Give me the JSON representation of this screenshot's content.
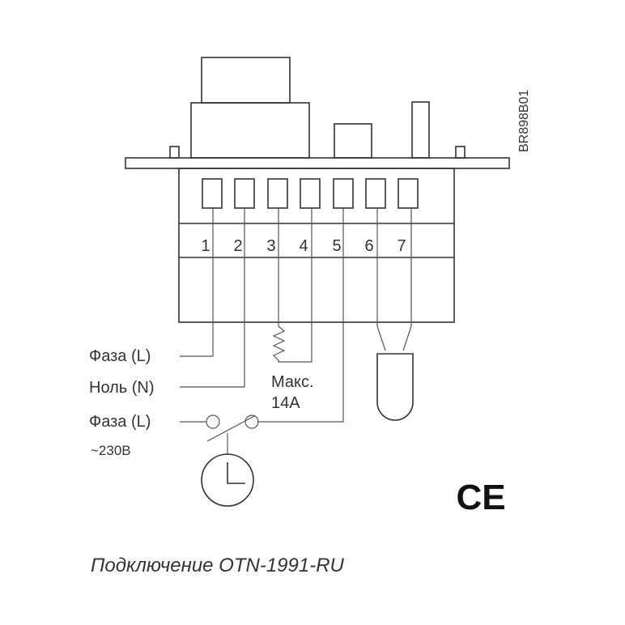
{
  "code": "BR898B01",
  "terminals": [
    "1",
    "2",
    "3",
    "4",
    "5",
    "6",
    "7"
  ],
  "labels": {
    "phase_top": "Фаза (L)",
    "neutral": "Ноль (N)",
    "phase_bottom": "Фаза (L)",
    "voltage": "~230В",
    "max_line1": "Макс.",
    "max_line2": "14А"
  },
  "ce_mark": "CE",
  "caption": "Подключение OTN-1991-RU"
}
